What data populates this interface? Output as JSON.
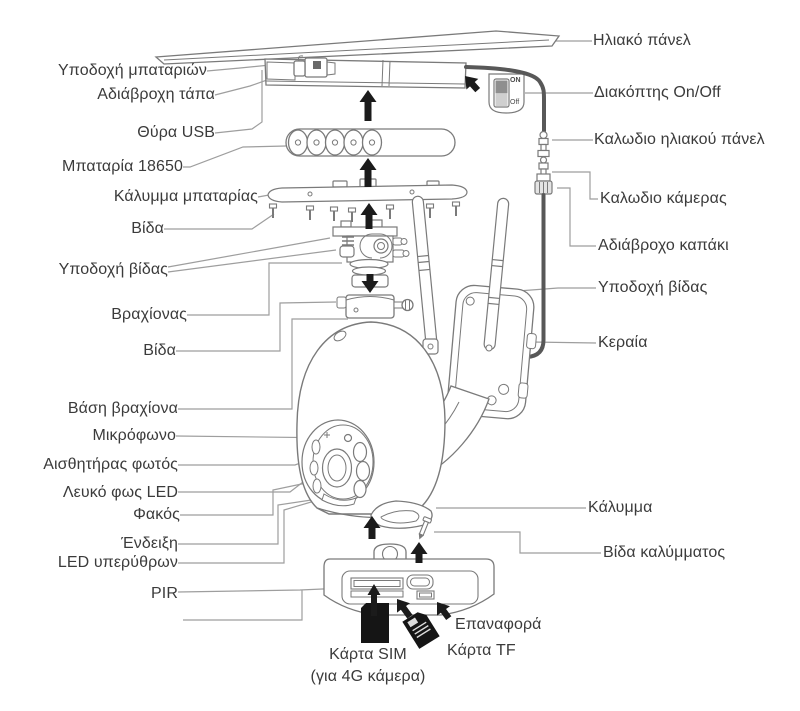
{
  "diagram_title": "Solar PTZ camera parts diagram",
  "colors": {
    "background": "#ffffff",
    "line_art": "#7a7a7a",
    "leader_line": "#9e9e9e",
    "label_text": "#3b3b3b",
    "solid_black": "#1b1b1b"
  },
  "labels": {
    "left": [
      {
        "id": "battery-socket",
        "text": "Υποδοχή μπαταριών"
      },
      {
        "id": "waterproof-plug",
        "text": "Αδιάβροχη τάπα"
      },
      {
        "id": "usb-port",
        "text": "Θύρα USB"
      },
      {
        "id": "battery-18650",
        "text": "Μπαταρία 18650"
      },
      {
        "id": "battery-cover",
        "text": "Κάλυμμα μπαταρίας"
      },
      {
        "id": "screw-1",
        "text": "Βίδα"
      },
      {
        "id": "screw-socket-left",
        "text": "Υποδοχή βίδας"
      },
      {
        "id": "bracket",
        "text": "Βραχίονας"
      },
      {
        "id": "screw-2",
        "text": "Βίδα"
      },
      {
        "id": "bracket-base",
        "text": "Βάση βραχίονα"
      },
      {
        "id": "microphone",
        "text": "Μικρόφωνο"
      },
      {
        "id": "light-sensor",
        "text": "Αισθητήρας φωτός"
      },
      {
        "id": "white-led",
        "text": "Λευκό φως LED"
      },
      {
        "id": "lens",
        "text": "Φακός"
      },
      {
        "id": "indicator",
        "text": "Ένδειξη"
      },
      {
        "id": "ir-led",
        "text": "LED υπερύθρων"
      },
      {
        "id": "pir",
        "text": "PIR"
      }
    ],
    "right": [
      {
        "id": "solar-panel",
        "text": "Ηλιακό πάνελ"
      },
      {
        "id": "on-off-switch",
        "text": "Διακόπτης On/Off"
      },
      {
        "id": "solar-panel-cable",
        "text": "Καλωδιο ηλιακού πάνελ"
      },
      {
        "id": "camera-cable",
        "text": "Καλωδιο κάμερας"
      },
      {
        "id": "waterproof-cap",
        "text": "Αδιάβροχο καπάκι"
      },
      {
        "id": "screw-socket-right",
        "text": "Υποδοχή βίδας"
      },
      {
        "id": "antenna",
        "text": "Κεραία"
      },
      {
        "id": "cover",
        "text": "Κάλυμμα"
      },
      {
        "id": "cover-screw",
        "text": "Βίδα καλύμματος"
      },
      {
        "id": "reset",
        "text": "Επαναφορά"
      },
      {
        "id": "tf-card",
        "text": "Κάρτα TF"
      }
    ],
    "bottom": {
      "sim_card_line1": "Κάρτα SIM",
      "sim_card_line2": "(για 4G κάμερα)"
    }
  },
  "switch_labels": {
    "on": "ON",
    "off": "Off"
  }
}
